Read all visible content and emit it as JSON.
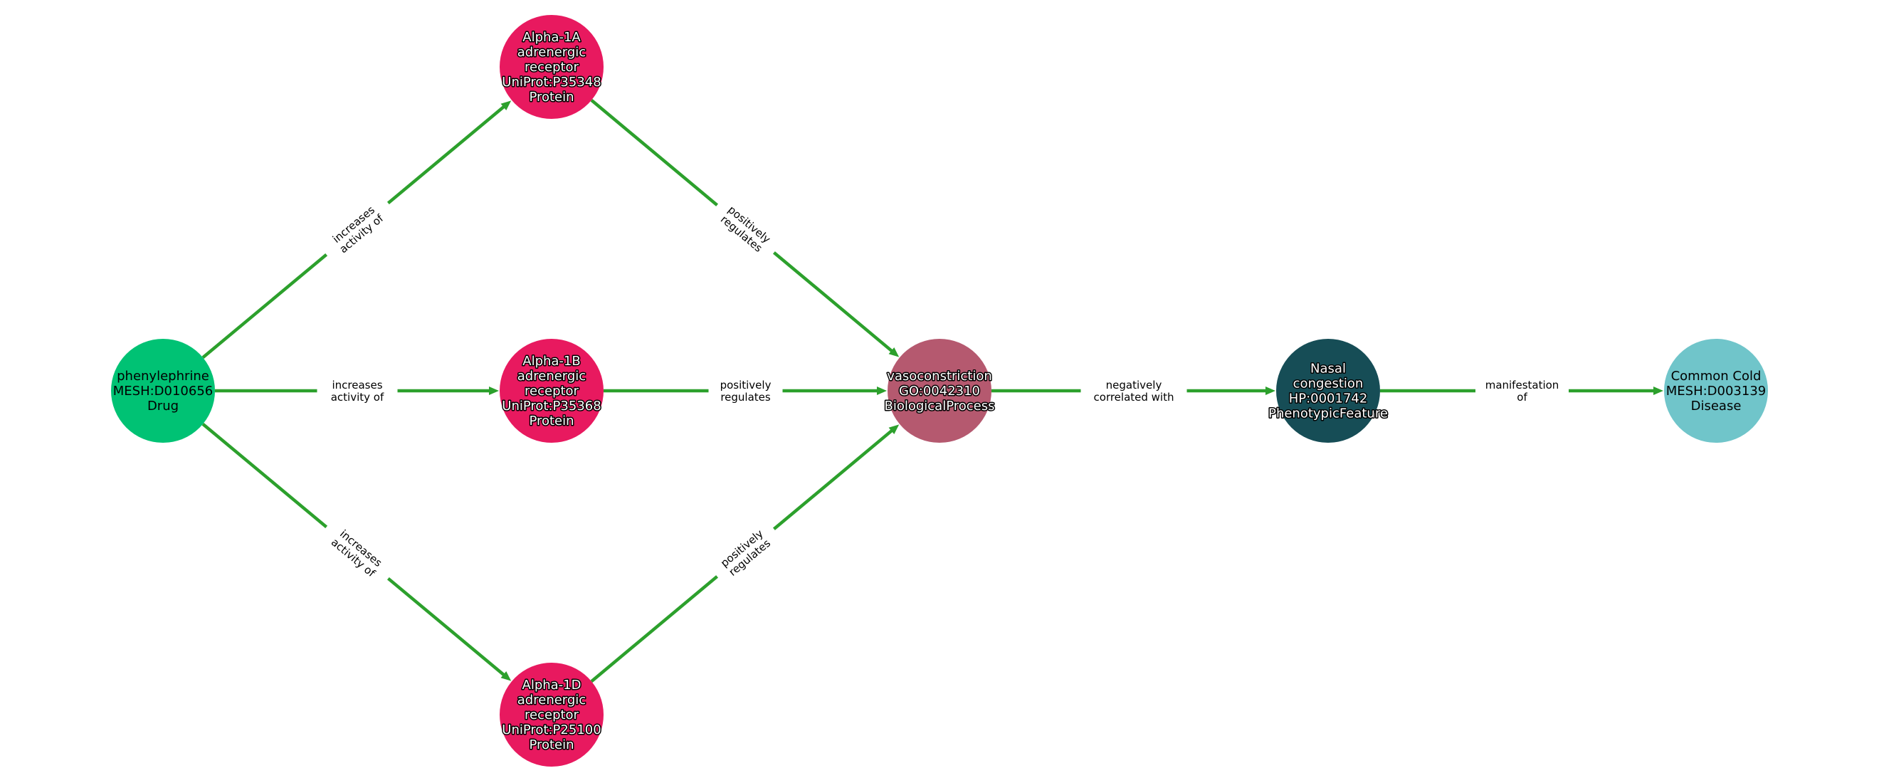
{
  "colors": {
    "edge": "#2ca02c",
    "label_bg": "#ffffff"
  },
  "nodes": [
    {
      "id": "phenylephrine",
      "lines": [
        "phenylephrine",
        "MESH:D010656",
        "Drug"
      ],
      "color": "#00c274",
      "text_style": "plain"
    },
    {
      "id": "alpha1a",
      "lines": [
        "Alpha-1A",
        "adrenergic",
        "receptor",
        "UniProt:P35348",
        "Protein"
      ],
      "color": "#e8195f",
      "text_style": "outlined"
    },
    {
      "id": "alpha1b",
      "lines": [
        "Alpha-1B",
        "adrenergic",
        "receptor",
        "UniProt:P35368",
        "Protein"
      ],
      "color": "#e8195f",
      "text_style": "outlined"
    },
    {
      "id": "alpha1d",
      "lines": [
        "Alpha-1D",
        "adrenergic",
        "receptor",
        "UniProt:P25100",
        "Protein"
      ],
      "color": "#e8195f",
      "text_style": "outlined"
    },
    {
      "id": "vasoconstriction",
      "lines": [
        "vasoconstriction",
        "GO:0042310",
        "BiologicalProcess"
      ],
      "color": "#b5596f",
      "text_style": "outlined"
    },
    {
      "id": "nasal",
      "lines": [
        "Nasal",
        "congestion",
        "HP:0001742",
        "PhenotypicFeature"
      ],
      "color": "#164d56",
      "text_style": "outlined"
    },
    {
      "id": "cold",
      "lines": [
        "Common Cold",
        "MESH:D003139",
        "Disease"
      ],
      "color": "#70c5ca",
      "text_style": "plain"
    }
  ],
  "edges": [
    {
      "source": "phenylephrine",
      "target": "alpha1a",
      "label": [
        "increases",
        "activity of"
      ]
    },
    {
      "source": "phenylephrine",
      "target": "alpha1b",
      "label": [
        "increases",
        "activity of"
      ]
    },
    {
      "source": "phenylephrine",
      "target": "alpha1d",
      "label": [
        "increases",
        "activity of"
      ]
    },
    {
      "source": "alpha1a",
      "target": "vasoconstriction",
      "label": [
        "positively",
        "regulates"
      ]
    },
    {
      "source": "alpha1b",
      "target": "vasoconstriction",
      "label": [
        "positively",
        "regulates"
      ]
    },
    {
      "source": "alpha1d",
      "target": "vasoconstriction",
      "label": [
        "positively",
        "regulates"
      ]
    },
    {
      "source": "vasoconstriction",
      "target": "nasal",
      "label": [
        "negatively",
        "correlated with"
      ]
    },
    {
      "source": "nasal",
      "target": "cold",
      "label": [
        "manifestation",
        "of"
      ]
    }
  ]
}
